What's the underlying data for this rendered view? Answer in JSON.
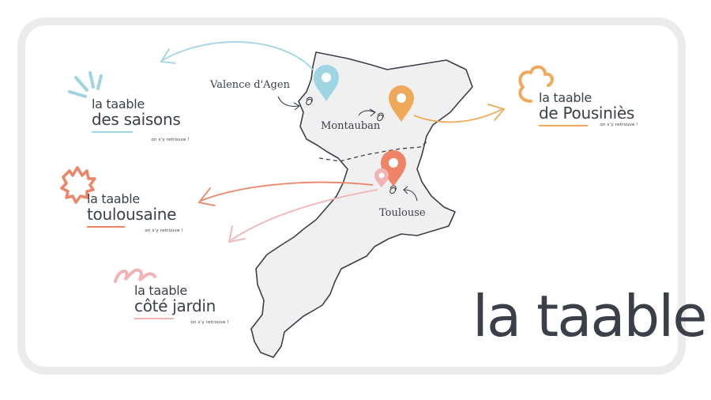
{
  "map": {
    "cities": [
      {
        "name": "Valence d'Agen"
      },
      {
        "name": "Montauban"
      },
      {
        "name": "Toulouse"
      }
    ]
  },
  "brands": [
    {
      "line1": "la taable",
      "line2": "des saisons",
      "tagline": "on s'y retrouve !",
      "color": "#9fd4e3"
    },
    {
      "line1": "la taable",
      "line2": "de Pousiniès",
      "tagline": "on s'y retrouve !",
      "color": "#f0a95a"
    },
    {
      "line1": "la taable",
      "line2": "toulousaine",
      "tagline": "on s'y retrouve !",
      "color": "#ef8366"
    },
    {
      "line1": "la taable",
      "line2": "côté jardin",
      "tagline": "on s'y retrouve !",
      "color": "#f1b3b4"
    }
  ],
  "logo": "la taable",
  "colors": {
    "region_fill": "#f0f0f1",
    "region_stroke": "#3a3f4a",
    "text": "#3a3f4a",
    "card_border": "#ebebeb"
  },
  "icons": [
    "map-pin-icon",
    "curved-arrow-icon",
    "sunburst-icon",
    "flower-icon",
    "maple-leaf-icon",
    "loops-icon"
  ]
}
